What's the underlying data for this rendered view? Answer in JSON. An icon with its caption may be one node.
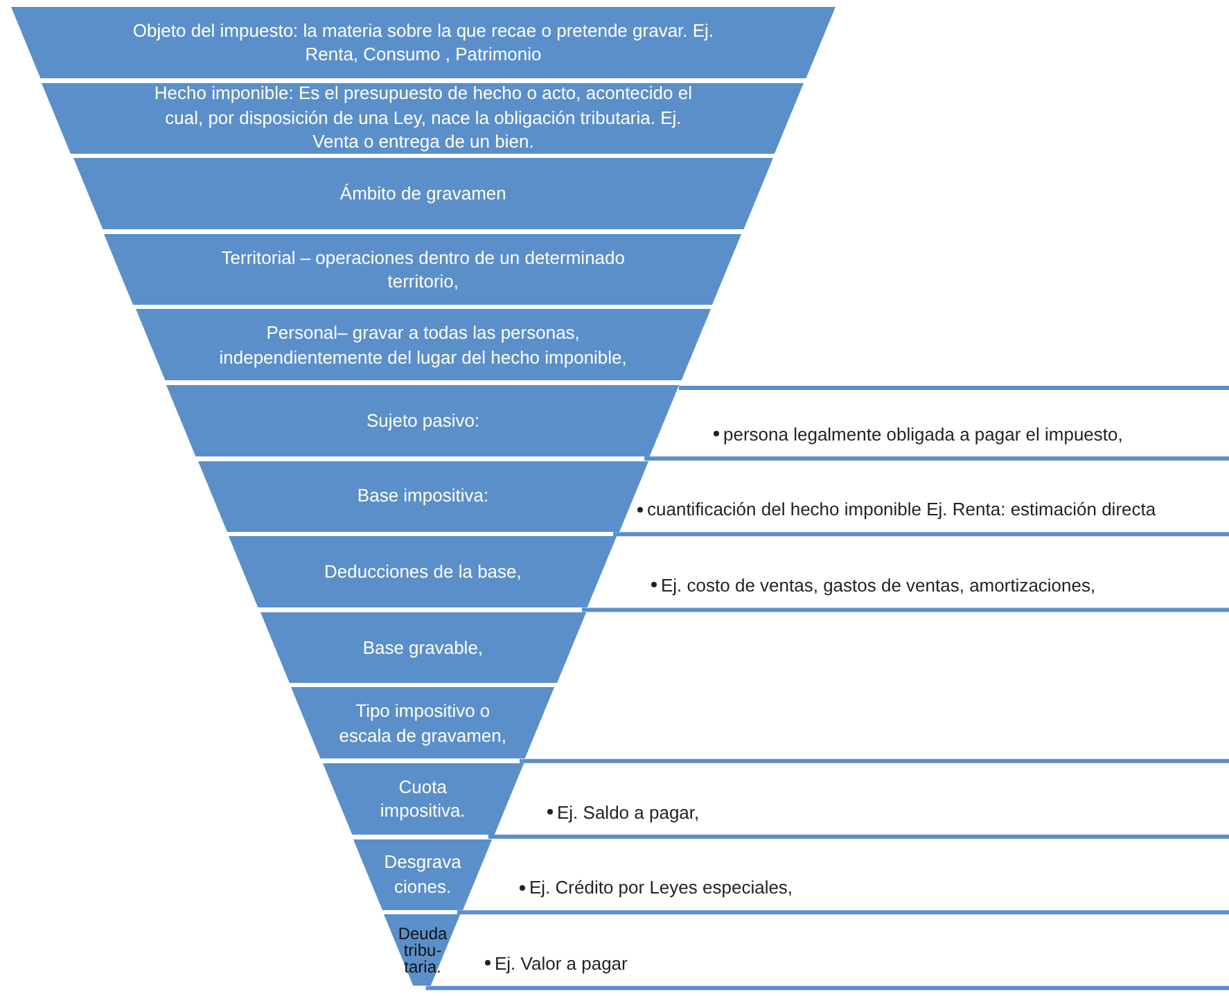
{
  "diagram": {
    "nodes": [
      {
        "text": [
          "Objeto del impuesto: la materia sobre la que recae o pretende gravar. Ej. Renta, Consumo , Patrimonio"
        ]
      },
      {
        "text": [
          "Hecho imponible:  Es el presupuesto de hecho o acto, acontecido el cual, por disposición de una Ley, nace la obligación tributaria. Ej. Venta o entrega de un bien."
        ]
      },
      {
        "text": [
          "Ámbito de gravamen"
        ]
      },
      {
        "text": [
          "Territorial – operaciones dentro de un determinado territorio,"
        ]
      },
      {
        "text": [
          "Personal– gravar a todas las personas, independientemente del lugar del hecho imponible,"
        ]
      },
      {
        "text": [
          "Sujeto pasivo:"
        ],
        "beside": [
          "persona legalmente obligada a pagar el impuesto,"
        ]
      },
      {
        "text": [
          "Base impositiva:"
        ],
        "beside": [
          "cuantificación del hecho imponible Ej. Renta: estimación directa"
        ]
      },
      {
        "text": [
          "Deducciones de la base,"
        ],
        "beside": [
          "Ej. costo de ventas, gastos de ventas, amortizaciones,"
        ]
      },
      {
        "text": [
          "Base gravable,"
        ]
      },
      {
        "text": [
          "Tipo impositivo o escala de gravamen,"
        ]
      },
      {
        "text": [
          "Cuota impositiva."
        ],
        "beside": [
          "Ej. Saldo a pagar,"
        ]
      },
      {
        "text": [
          "Desgrava ciones."
        ],
        "beside": [
          "Ej. Crédito por Leyes especiales,"
        ]
      },
      {
        "text": [
          "Deuda tribu- taria."
        ],
        "beside": [
          "Ej. Valor a pagar"
        ]
      }
    ]
  }
}
